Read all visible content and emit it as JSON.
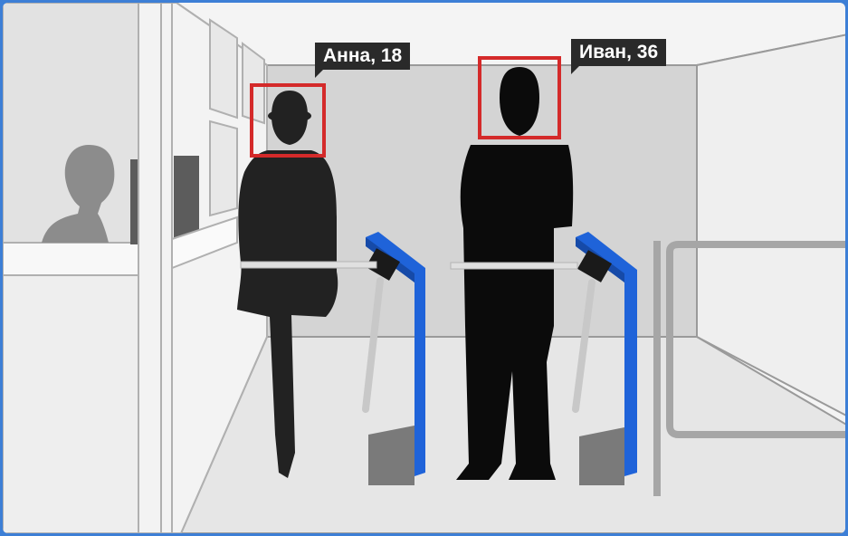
{
  "persons": [
    {
      "label": "Анна, 18"
    },
    {
      "label": "Иван, 36"
    }
  ],
  "colors": {
    "detection_box": "#d42a2a",
    "turnstile": "#1f63d9",
    "silhouette": "#111111",
    "label_bg": "#2a2a2a",
    "frame": "#3d7fd6"
  },
  "icons": [
    "person-silhouette",
    "turnstile",
    "security-guard"
  ]
}
